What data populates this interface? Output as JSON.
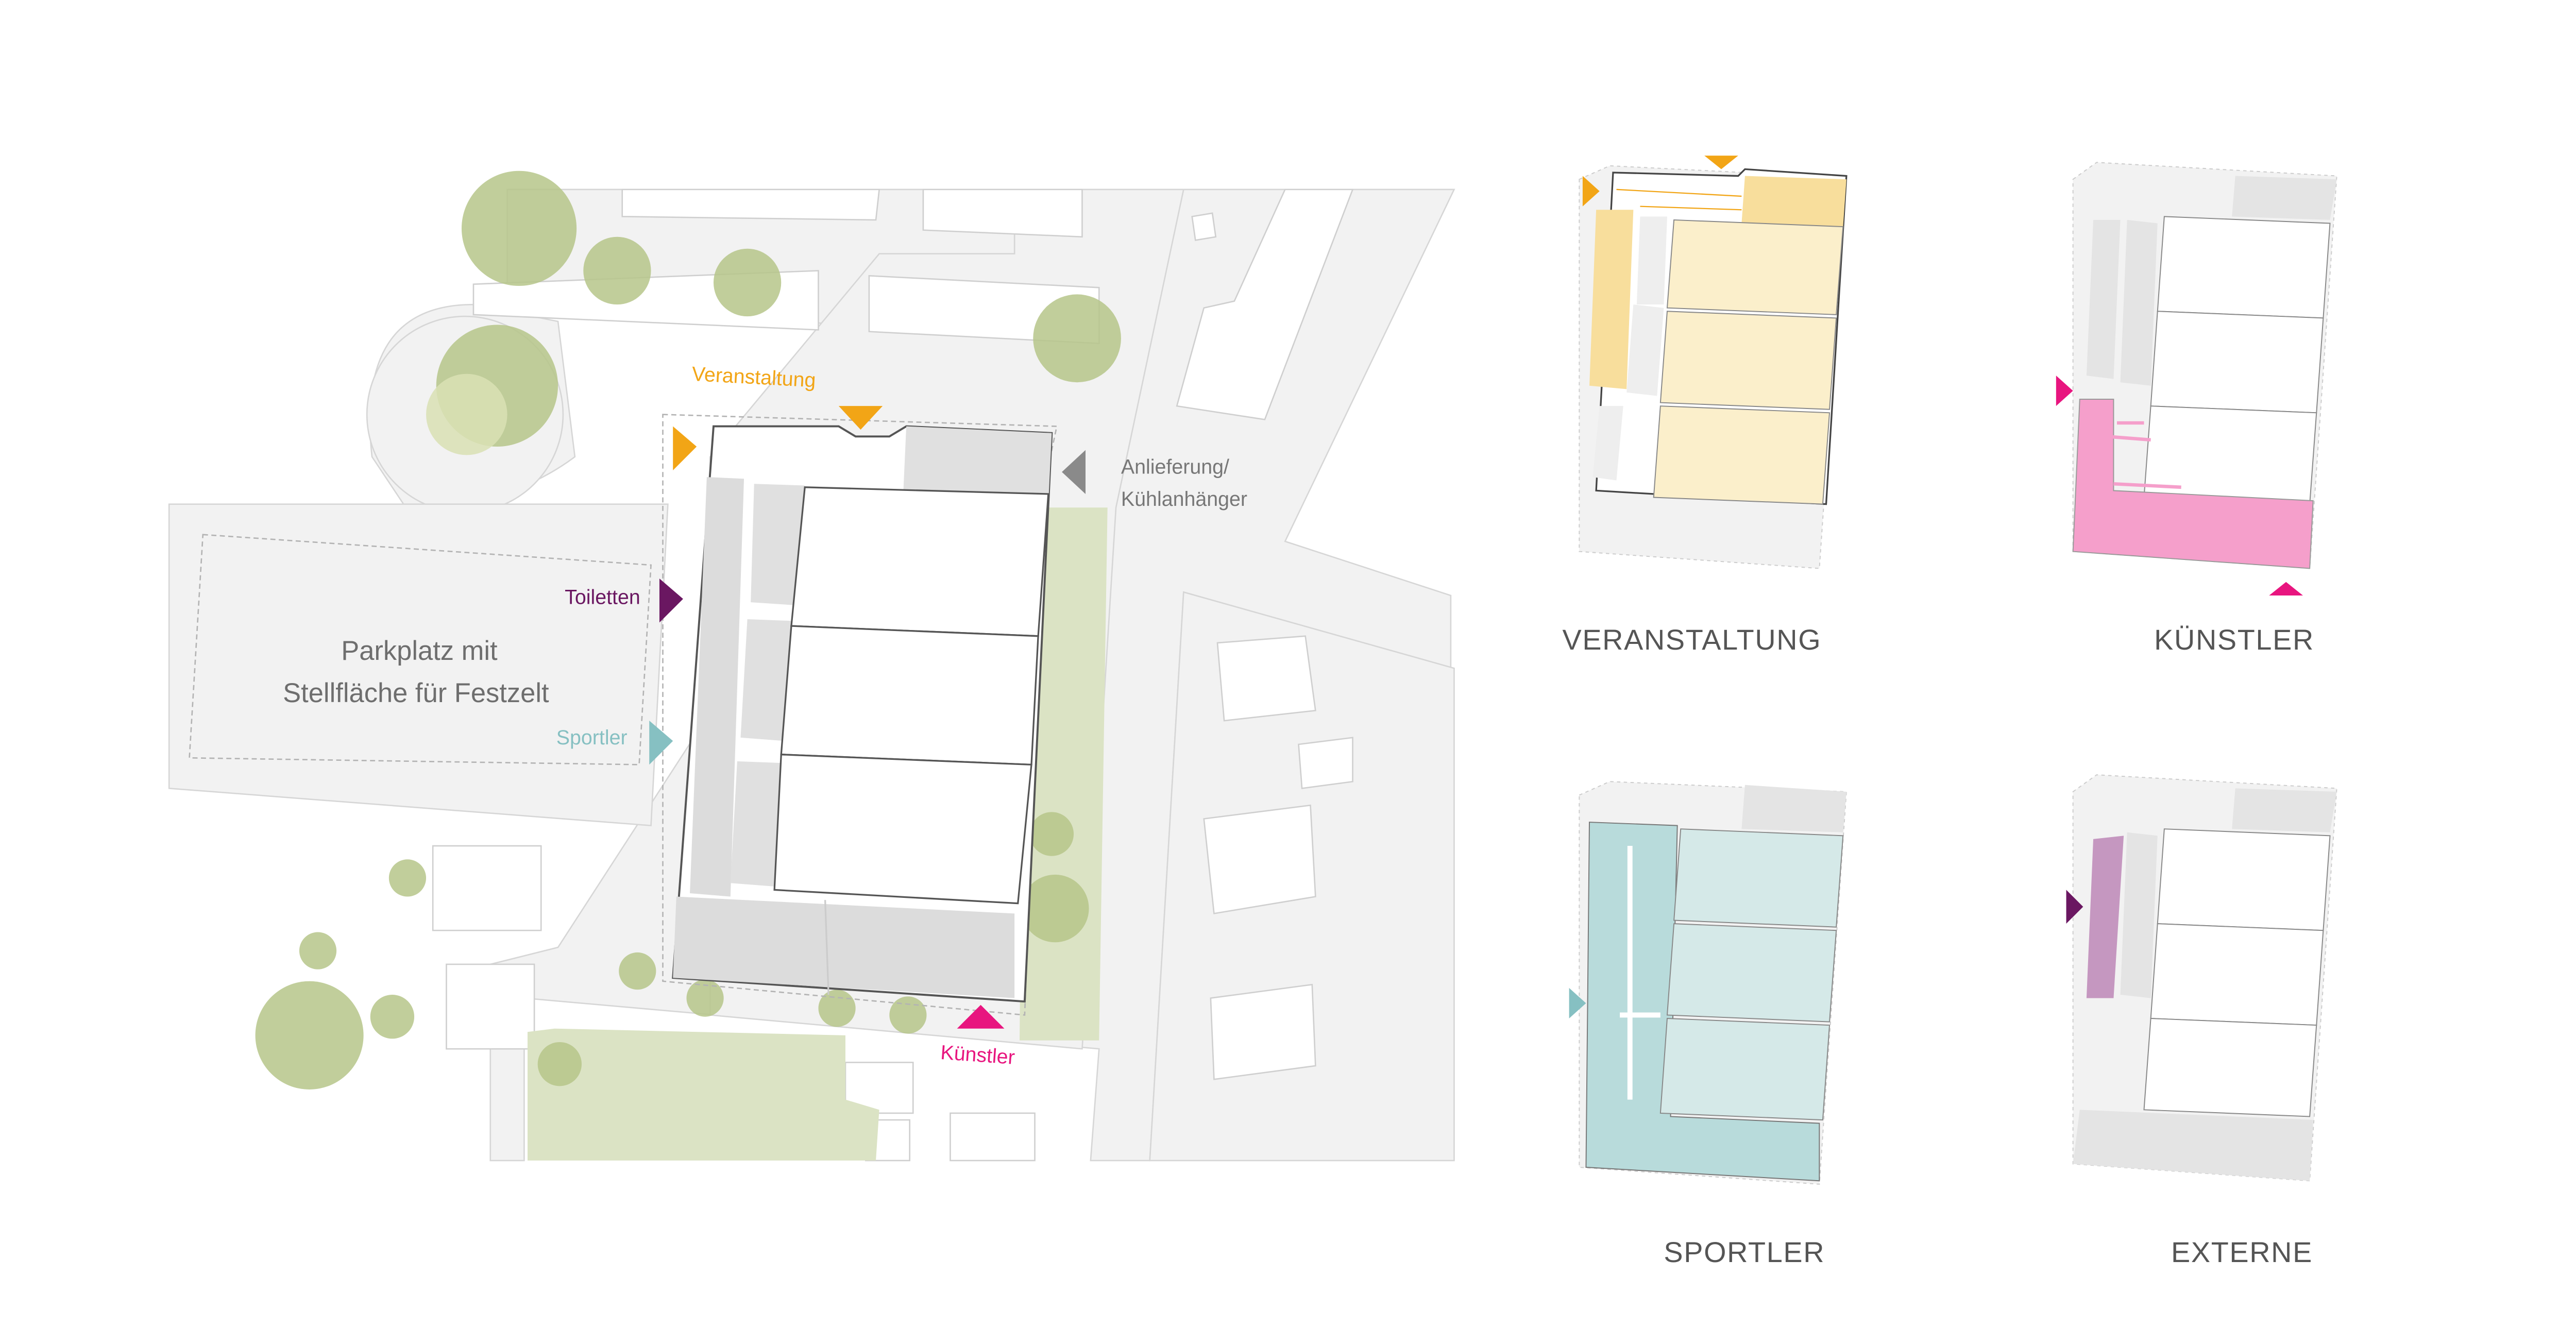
{
  "site_plan": {
    "labels": {
      "veranstaltung": "Veranstaltung",
      "anlieferung_line1": "Anlieferung/",
      "anlieferung_line2": "Kühlanhänger",
      "toiletten": "Toiletten",
      "parkplatz_line1": "Parkplatz mit",
      "parkplatz_line2": "Stellfläche für Festzelt",
      "sportler": "Sportler",
      "kuenstler": "Künstler"
    }
  },
  "zone_diagrams": {
    "veranstaltung": "VERANSTALTUNG",
    "kuenstler": "KÜNSTLER",
    "sportler": "SPORTLER",
    "externe": "EXTERNE"
  },
  "colors": {
    "veranstaltung": "#f2a516",
    "toiletten": "#6a1761",
    "sportler": "#86c0c2",
    "kuenstler": "#e8157f",
    "anlieferung": "#8a8a8a",
    "trees": "#b6c68a",
    "green_area": "#dbe3c4",
    "ground": "#f2f2f2",
    "rooms_grey": "#e0e0e0",
    "fill_veranstaltung": "#fbefcb",
    "fill_veranstaltung_dark": "#f8de9c",
    "fill_kuenstler": "#f59fcb",
    "fill_sportler": "#d5e9e8",
    "fill_sportler_dark": "#b8dbdb",
    "fill_externe": "#c597c0"
  }
}
